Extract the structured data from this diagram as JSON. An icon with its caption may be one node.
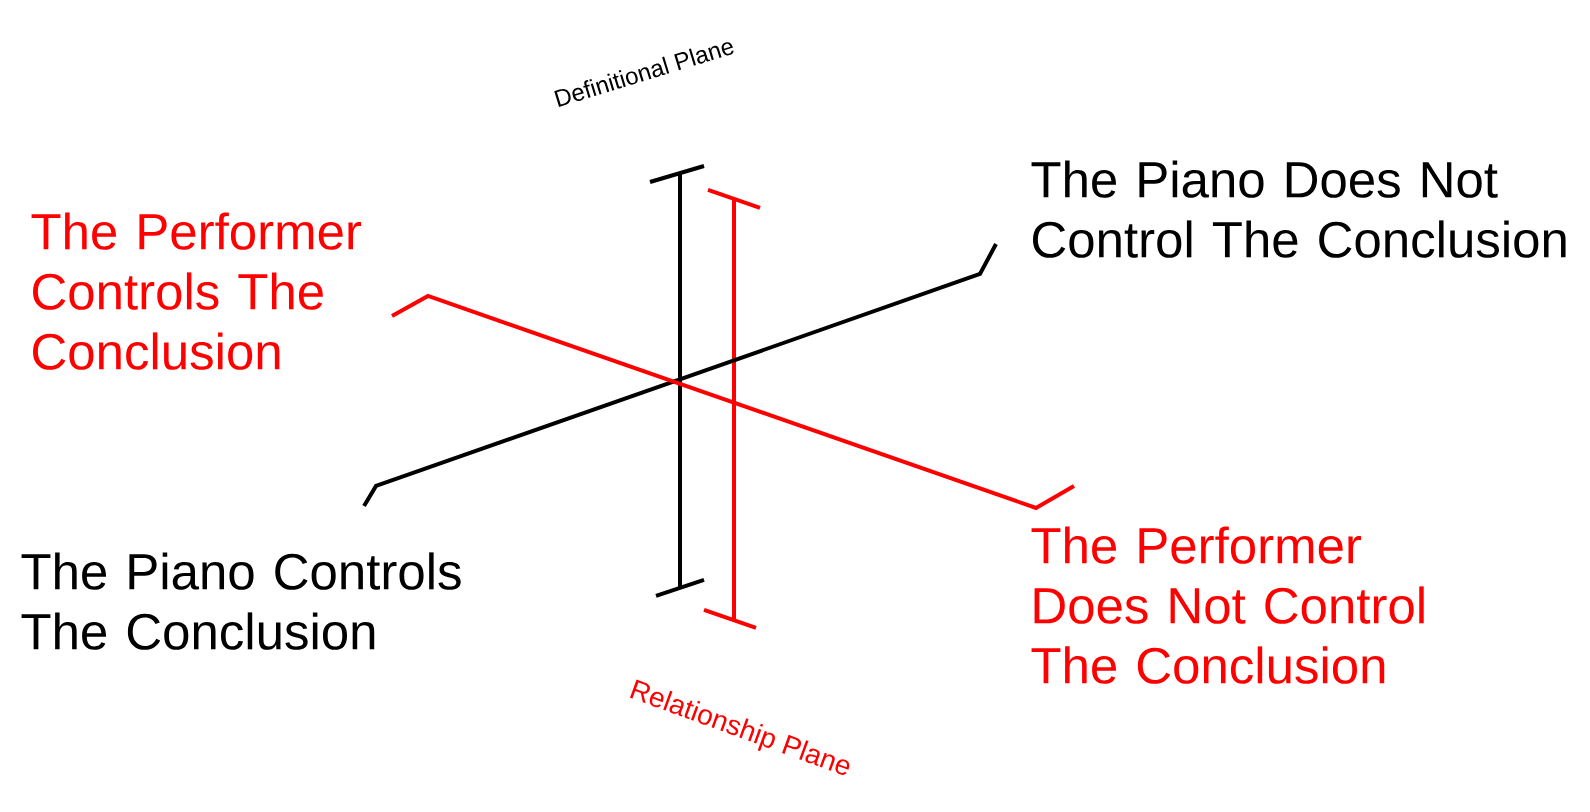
{
  "diagram": {
    "nodes": [
      {
        "text": [
          "The Performer Controls The Conclusion"
        ]
      },
      {
        "text": [
          "The Piano Does Not Control The Conclusion"
        ]
      },
      {
        "text": [
          "The Piano Controls The Conclusion"
        ]
      },
      {
        "text": [
          "The Performer Does Not Control The Conclusion"
        ]
      }
    ],
    "edges": [
      {
        "from": 2,
        "to": 1,
        "arrow": "none"
      },
      {
        "from": 0,
        "to": 3,
        "arrow": "none",
        "color": "#ff0000"
      }
    ],
    "labels": [
      "Definitional Plane",
      "Relationship Plane"
    ]
  }
}
